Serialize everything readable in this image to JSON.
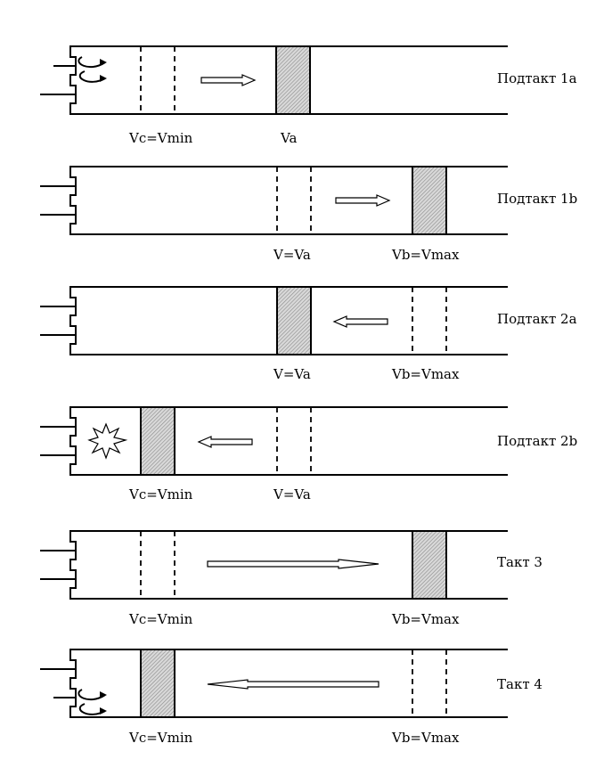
{
  "stages": [
    {
      "title": "Подтакт 1a",
      "labels": [
        "Vc=Vmin",
        "Va"
      ],
      "arrow": "right-short",
      "valves": "intake-swirl"
    },
    {
      "title": "Подтакт 1b",
      "labels": [
        "V=Va",
        "Vb=Vmax"
      ],
      "arrow": "right-short",
      "valves": "none"
    },
    {
      "title": "Подтакт 2a",
      "labels": [
        "V=Va",
        "Vb=Vmax"
      ],
      "arrow": "left-short",
      "valves": "none"
    },
    {
      "title": "Подтакт 2b",
      "labels": [
        "Vc=Vmin",
        "V=Va"
      ],
      "arrow": "left-short",
      "valves": "spark-burst-icon"
    },
    {
      "title": "Такт 3",
      "labels": [
        "Vc=Vmin",
        "Vb=Vmax"
      ],
      "arrow": "right-long",
      "valves": "none"
    },
    {
      "title": "Такт 4",
      "labels": [
        "Vc=Vmin",
        "Vb=Vmax"
      ],
      "arrow": "left-long",
      "valves": "exhaust-swirl"
    }
  ],
  "colors": {
    "line": "#000000",
    "hatch": "#b0b0b0",
    "background": "#ffffff"
  }
}
